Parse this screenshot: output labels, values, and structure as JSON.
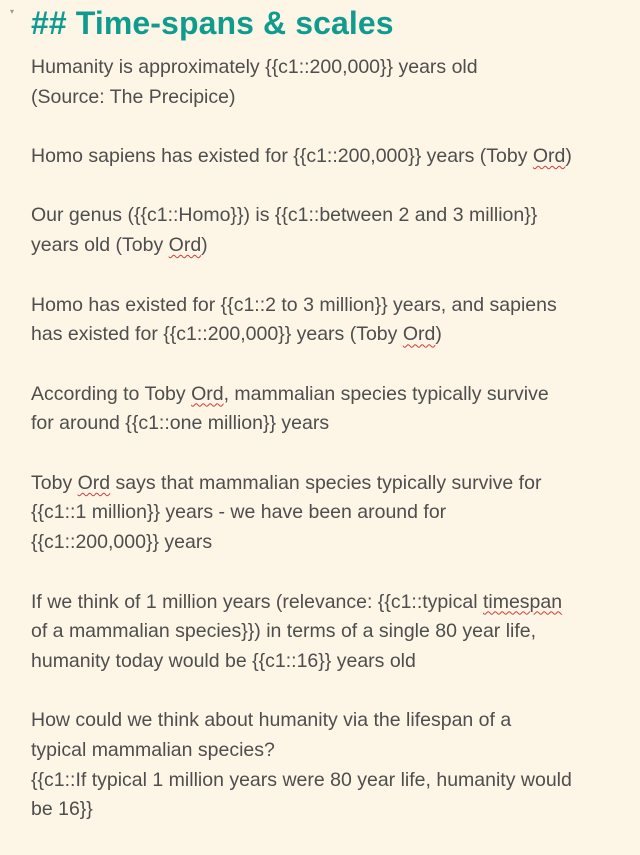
{
  "collapse_toggle": "▾",
  "heading": "## Time-spans & scales",
  "cards": [
    {
      "lines": [
        [
          "Humanity is approximately {{c1::200,000}} years old"
        ],
        [
          "(Source: The Precipice)"
        ]
      ]
    },
    {
      "lines": [
        [
          "Homo sapiens has existed for {{c1::200,000}} years (Toby ",
          "Ord",
          ")"
        ]
      ]
    },
    {
      "lines": [
        [
          "Our genus ({{c1::Homo}}) is {{c1::between 2 and 3 million}}"
        ],
        [
          "years old (Toby ",
          "Ord",
          ")"
        ]
      ]
    },
    {
      "lines": [
        [
          "Homo has existed for {{c1::2 to 3 million}} years, and sapiens"
        ],
        [
          "has existed for {{c1::200,000}} years (Toby ",
          "Ord",
          ")"
        ]
      ]
    },
    {
      "lines": [
        [
          "According to Toby ",
          "Ord",
          ", mammalian species typically survive"
        ],
        [
          "for around {{c1::one million}} years"
        ]
      ]
    },
    {
      "lines": [
        [
          "Toby ",
          "Ord",
          " says that mammalian species typically survive for"
        ],
        [
          "{{c1::1 million}} years - we have been around for"
        ],
        [
          "{{c1::200,000}} years"
        ]
      ]
    },
    {
      "lines": [
        [
          "If we think of 1 million years (relevance: {{c1::typical ",
          "timespan",
          ""
        ],
        [
          "of a mammalian species}}) in terms of a single 80 year life,"
        ],
        [
          "humanity today would be {{c1::16}} years old"
        ]
      ]
    },
    {
      "lines": [
        [
          "How could we think about humanity via the lifespan of a"
        ],
        [
          "typical mammalian species?"
        ],
        [
          "{{c1::If typical 1 million years were 80 year life, humanity would"
        ],
        [
          "be 16}}"
        ]
      ]
    }
  ]
}
